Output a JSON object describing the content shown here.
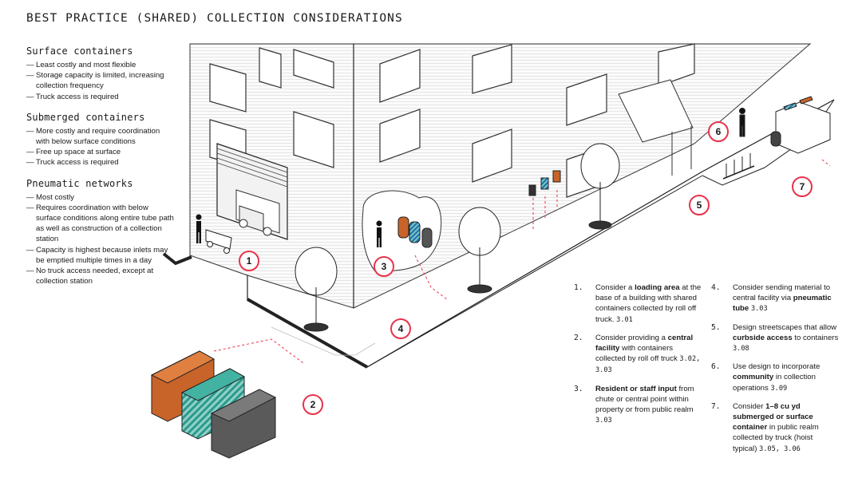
{
  "title": "BEST PRACTICE (SHARED) COLLECTION CONSIDERATIONS",
  "sections": [
    {
      "title": "Surface containers",
      "items": [
        "Least costly and most flexible",
        "Storage capacity is limited, increasing collection frequency",
        "Truck access is required"
      ]
    },
    {
      "title": "Submerged containers",
      "items": [
        "More costly and require coordination with below surface conditions",
        "Free up space at surface",
        "Truck access is required"
      ]
    },
    {
      "title": "Pneumatic networks",
      "items": [
        "Most costly",
        "Requires coordination with below surface conditions along entire tube path as well as construction of a collection station",
        "Capacity is highest because inlets may be emptied multiple times in a day",
        "No truck access needed, except at collection station"
      ]
    }
  ],
  "markers": [
    "1",
    "2",
    "3",
    "4",
    "5",
    "6",
    "7"
  ],
  "notes": [
    {
      "num": "1.",
      "pre": "Consider a ",
      "bold": "loading area",
      "post": " at the base of a building with shared containers collected by roll off truck.",
      "ref": "3.01"
    },
    {
      "num": "2.",
      "pre": "Consider providing a ",
      "bold": "central facility",
      "post": " with containers collected by roll off truck",
      "ref": "3.02, 3.03"
    },
    {
      "num": "3.",
      "pre": "",
      "bold": "Resident or staff input",
      "post": " from chute or central point within property or from public realm",
      "ref": "3.03"
    },
    {
      "num": "4.",
      "pre": "Consider sending material to central facility via ",
      "bold": "pneumatic tube",
      "post": "",
      "ref": "3.03"
    },
    {
      "num": "5.",
      "pre": "Design streetscapes that allow ",
      "bold": "curbside access",
      "post": " to containers",
      "ref": "3.08"
    },
    {
      "num": "6.",
      "pre": "Use design to incorporate ",
      "bold": "community",
      "post": " in collection operations",
      "ref": "3.09"
    },
    {
      "num": "7.",
      "pre": "Consider ",
      "bold": "1–8 cu yd submerged or surface container",
      "post": " in public realm collected by truck (hoist typical)",
      "ref": "3.05, 3.06"
    }
  ],
  "colors": {
    "accent": "#e8334a",
    "orange": "#c8642a",
    "teal": "#2b9a8c",
    "gray": "#5a5a5a",
    "line": "#1a1a1a"
  }
}
